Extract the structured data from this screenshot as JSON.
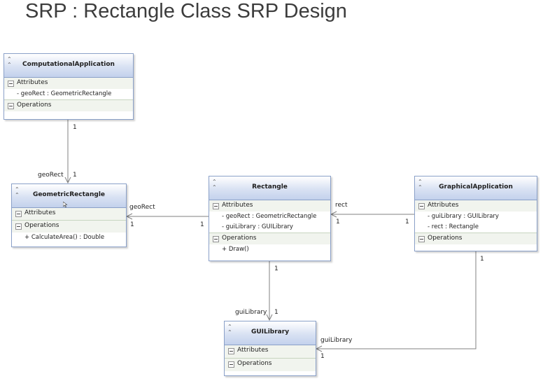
{
  "slide": {
    "title": "SRP : Rectangle Class SRP Design"
  },
  "classes": {
    "computational_application": {
      "name": "ComputationalApplication",
      "attributes_label": "Attributes",
      "attributes": [
        "- geoRect : GeometricRectangle"
      ],
      "operations_label": "Operations",
      "operations": []
    },
    "geometric_rectangle": {
      "name": "GeometricRectangle",
      "attributes_label": "Attributes",
      "attributes": [],
      "operations_label": "Operations",
      "operations": [
        "+ CalculateArea() : Double"
      ]
    },
    "rectangle": {
      "name": "Rectangle",
      "attributes_label": "Attributes",
      "attributes": [
        "- geoRect : GeometricRectangle",
        "- guiLibrary : GUILibrary"
      ],
      "operations_label": "Operations",
      "operations": [
        "+ Draw()"
      ]
    },
    "graphical_application": {
      "name": "GraphicalApplication",
      "attributes_label": "Attributes",
      "attributes": [
        "- guiLibrary : GUILibrary",
        "- rect : Rectangle"
      ],
      "operations_label": "Operations",
      "operations": []
    },
    "gui_library": {
      "name": "GUILibrary",
      "attributes_label": "Attributes",
      "attributes": [],
      "operations_label": "Operations",
      "operations": []
    }
  },
  "associations": {
    "comp_to_geo": {
      "role": "geoRect",
      "source_mult": "1",
      "target_mult": "1"
    },
    "rect_to_geo": {
      "role": "geoRect",
      "source_mult": "1",
      "target_mult": "1"
    },
    "graph_to_rect": {
      "role": "rect",
      "source_mult": "1",
      "target_mult": "1"
    },
    "rect_to_gui": {
      "role": "guiLibrary",
      "source_mult": "1",
      "target_mult": "1"
    },
    "graph_to_gui": {
      "role": "guiLibrary",
      "source_mult": "1",
      "target_mult": "1"
    }
  },
  "icons": {
    "collapse": "collapse-chevron-icon",
    "section_toggle": "minus-box-icon",
    "cursor": "mouse-cursor-icon"
  },
  "colors": {
    "class_border": "#8aa0c8",
    "header_gradient_end": "#c3d1ec",
    "section_bg": "#f1f4ee",
    "connector": "#808080"
  }
}
